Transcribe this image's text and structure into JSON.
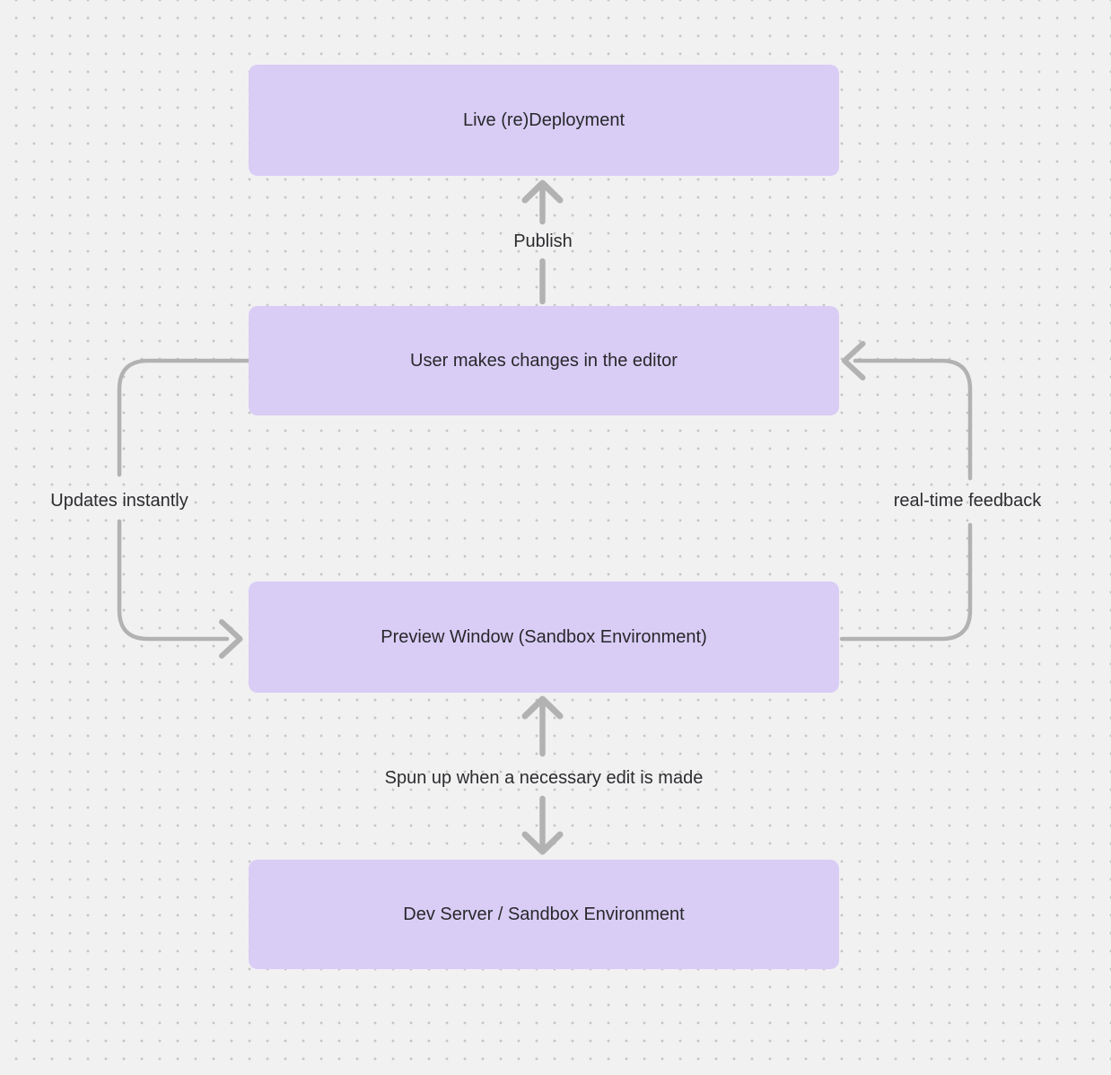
{
  "nodes": [
    {
      "id": "live-deployment",
      "label": "Live (re)Deployment"
    },
    {
      "id": "user-changes",
      "label": "User makes changes in the editor"
    },
    {
      "id": "preview-window",
      "label": "Preview Window (Sandbox Environment)"
    },
    {
      "id": "dev-server",
      "label": "Dev Server / Sandbox Environment"
    }
  ],
  "edges": [
    {
      "id": "publish",
      "label": "Publish",
      "from": "user-changes",
      "to": "live-deployment",
      "bidirectional": false
    },
    {
      "id": "updates-instantly",
      "label": "Updates instantly",
      "from": "user-changes",
      "to": "preview-window",
      "bidirectional": false
    },
    {
      "id": "real-time-feedback",
      "label": "real-time feedback",
      "from": "preview-window",
      "to": "user-changes",
      "bidirectional": false
    },
    {
      "id": "spun-up",
      "label": "Spun up when a necessary edit is made",
      "from": "preview-window",
      "to": "dev-server",
      "bidirectional": true
    }
  ],
  "colors": {
    "background": "#f2f1f2",
    "dot": "#c6c6c6",
    "node_fill": "#d9cdf6",
    "node_text": "#28282b",
    "arrow": "#b2b2b2",
    "label_text": "#2c2c2f"
  }
}
